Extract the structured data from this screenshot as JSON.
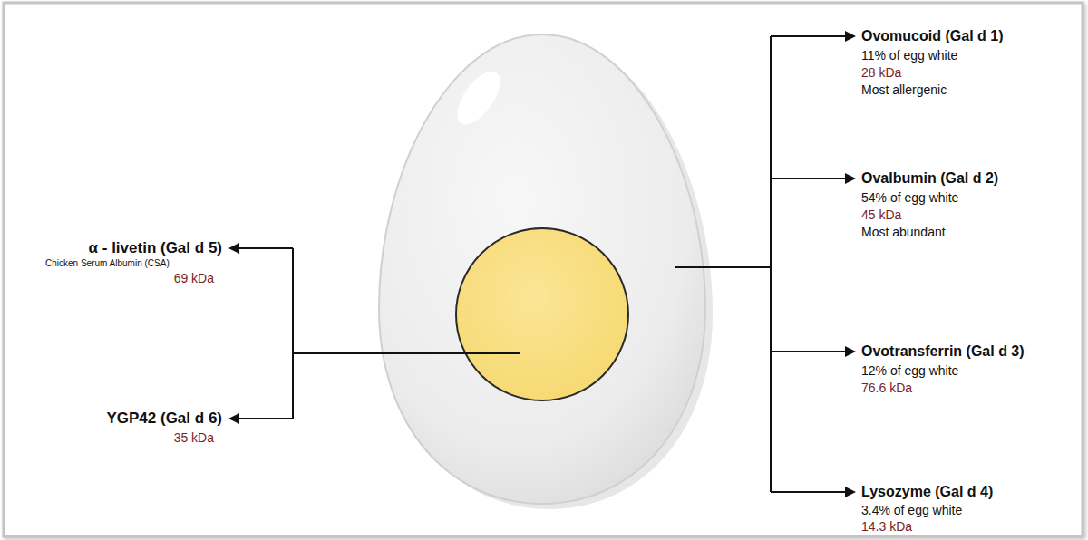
{
  "diagram": {
    "labels": [
      "Ovomucoid (Gal d 1)",
      "11% of egg white",
      "28 kDa",
      "Most allergenic",
      "Ovalbumin (Gal d 2)",
      "54% of egg white",
      "45 kDa",
      "Most abundant",
      "Ovotransferrin (Gal d 3)",
      "12% of egg white",
      "76.6 kDa",
      "Lysozyme (Gal d 4)",
      "3.4% of egg white",
      "14.3 kDa",
      "α - livetin (Gal d 5)",
      "Chicken Serum Albumin (CSA)",
      "69 kDa",
      "YGP42 (Gal d 6)",
      "35 kDa"
    ]
  }
}
